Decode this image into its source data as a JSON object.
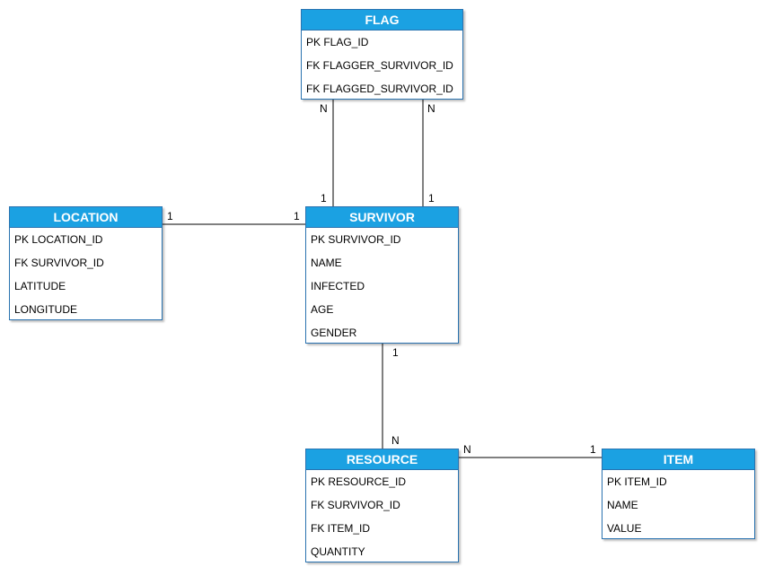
{
  "diagram": {
    "entities": {
      "flag": {
        "title": "FLAG",
        "fields": [
          "PK FLAG_ID",
          "FK FLAGGER_SURVIVOR_ID",
          "FK FLAGGED_SURVIVOR_ID"
        ]
      },
      "location": {
        "title": "LOCATION",
        "fields": [
          "PK LOCATION_ID",
          "FK SURVIVOR_ID",
          "LATITUDE",
          "LONGITUDE"
        ]
      },
      "survivor": {
        "title": "SURVIVOR",
        "fields": [
          "PK SURVIVOR_ID",
          "NAME",
          "INFECTED",
          "AGE",
          "GENDER"
        ]
      },
      "resource": {
        "title": "RESOURCE",
        "fields": [
          "PK RESOURCE_ID",
          "FK SURVIVOR_ID",
          "FK ITEM_ID",
          "QUANTITY"
        ]
      },
      "item": {
        "title": "ITEM",
        "fields": [
          "PK ITEM_ID",
          "NAME",
          "VALUE"
        ]
      }
    },
    "relationships": [
      {
        "from": "flag",
        "to": "survivor",
        "from_card": "N",
        "to_card": "1"
      },
      {
        "from": "flag",
        "to": "survivor",
        "from_card": "N",
        "to_card": "1"
      },
      {
        "from": "location",
        "to": "survivor",
        "from_card": "1",
        "to_card": "1"
      },
      {
        "from": "survivor",
        "to": "resource",
        "from_card": "1",
        "to_card": "N"
      },
      {
        "from": "resource",
        "to": "item",
        "from_card": "N",
        "to_card": "1"
      }
    ],
    "colors": {
      "header_fill": "#1ba1e2",
      "border": "#2a73b0",
      "header_text": "#ffffff",
      "line": "#000000"
    }
  }
}
